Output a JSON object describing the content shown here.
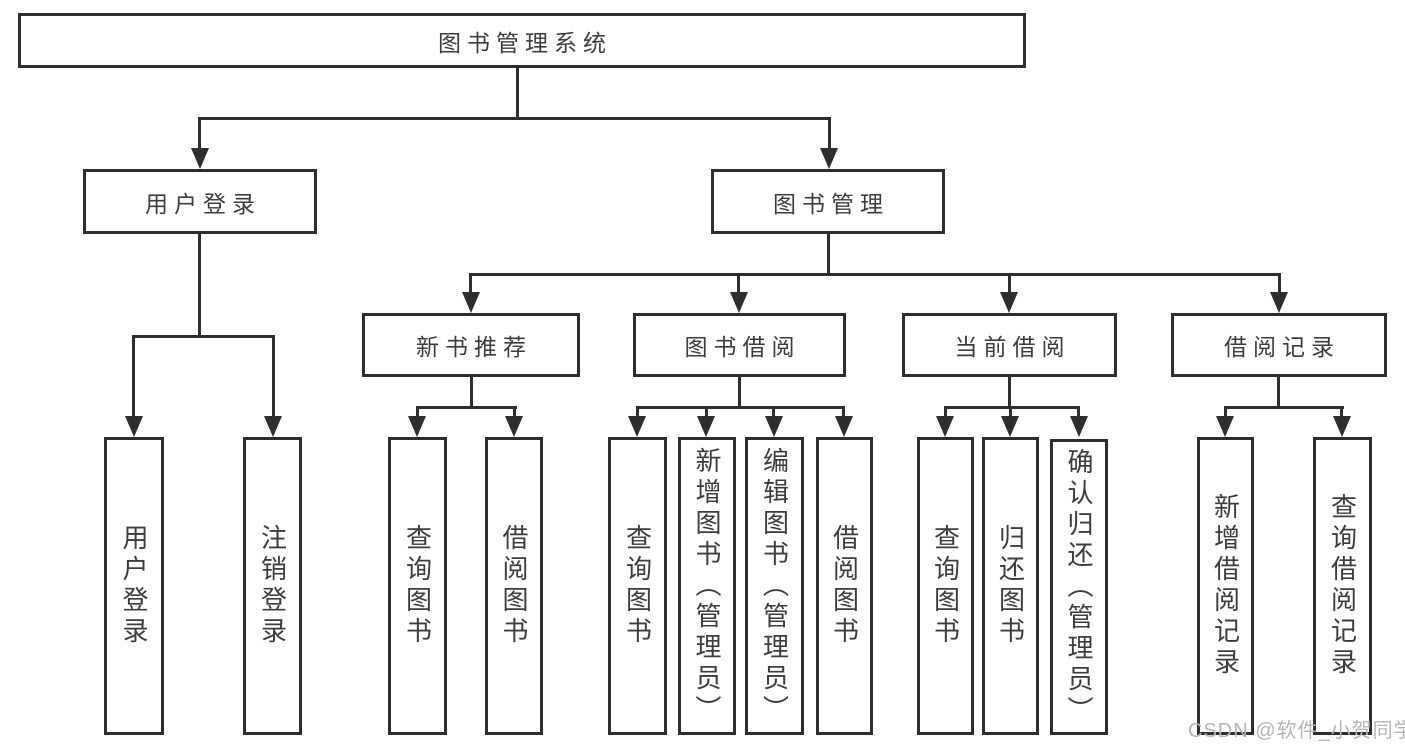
{
  "colors": {
    "line": "#2e2e2e",
    "text": "#3d3d3d",
    "background": "#ffffff",
    "watermark": "#b5b5b5"
  },
  "watermark": {
    "text": "CSDN @软件_小贺同学"
  },
  "tree": {
    "root": {
      "label": "图书管理系统"
    },
    "branches": [
      {
        "label": "用户登录",
        "children": [
          {
            "label": "用户登录"
          },
          {
            "label": "注销登录"
          }
        ]
      },
      {
        "label": "图书管理",
        "sections": [
          {
            "label": "新书推荐",
            "children": [
              {
                "label": "查询图书"
              },
              {
                "label": "借阅图书"
              }
            ]
          },
          {
            "label": "图书借阅",
            "children": [
              {
                "label": "查询图书"
              },
              {
                "label": "新增图书（管理员）"
              },
              {
                "label": "编辑图书（管理员）"
              },
              {
                "label": "借阅图书"
              }
            ]
          },
          {
            "label": "当前借阅",
            "children": [
              {
                "label": "查询图书"
              },
              {
                "label": "归还图书"
              },
              {
                "label": "确认归还（管理员）"
              }
            ]
          },
          {
            "label": "借阅记录",
            "children": [
              {
                "label": "新增借阅记录"
              },
              {
                "label": "查询借阅记录"
              }
            ]
          }
        ]
      }
    ]
  }
}
